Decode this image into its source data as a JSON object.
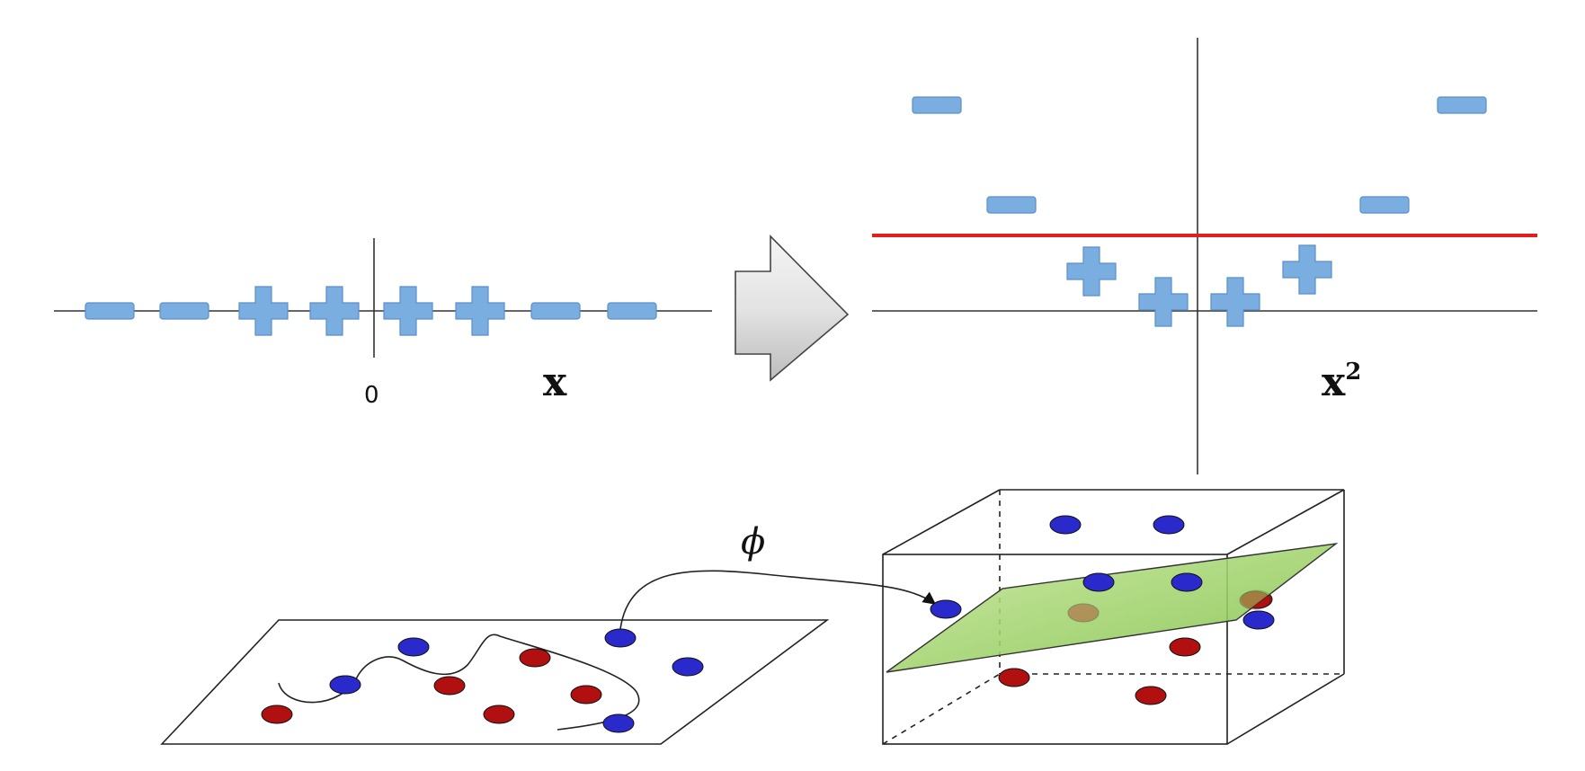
{
  "top_left_panel": {
    "axis_label": "x",
    "origin_label": "0",
    "symbols": [
      "minus",
      "minus",
      "plus",
      "plus",
      "plus",
      "plus",
      "minus",
      "minus"
    ]
  },
  "top_right_panel": {
    "axis_label": "x",
    "axis_label_superscript": "2",
    "decision_line_color": "#e41e1e",
    "symbols": [
      "minus",
      "minus",
      "plus",
      "plus",
      "plus",
      "plus",
      "minus",
      "minus"
    ]
  },
  "bottom_panel": {
    "mapping_label": "ϕ",
    "class_colors": {
      "blue": "#2a2acc",
      "red": "#b01010"
    },
    "hyperplane_color": "#9cd162"
  }
}
